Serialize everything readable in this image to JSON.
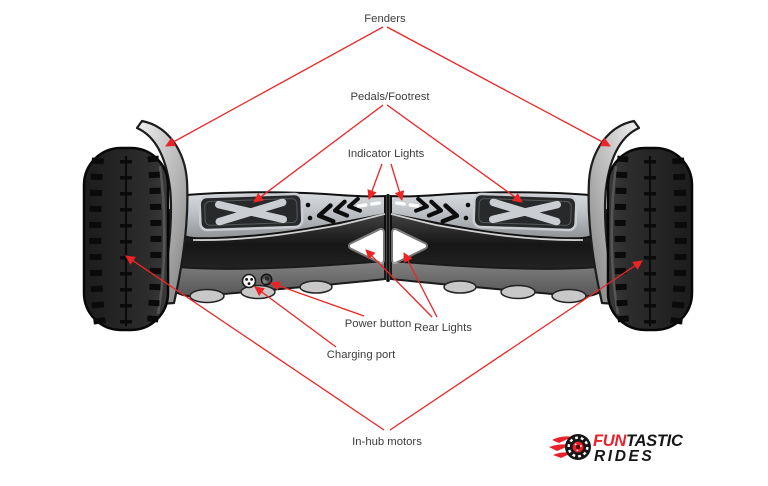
{
  "diagram": {
    "type": "annotated-product-diagram",
    "subject": "Off-road hoverboard labeled parts diagram",
    "annotation_color": "#ee2424",
    "label_text_color": "#3d3d3d",
    "labels": {
      "fenders": "Fenders",
      "pedals_footrest": "Pedals/Footrest",
      "indicator_lights": "Indicator Lights",
      "power_button": "Power button",
      "rear_lights": "Rear Lights",
      "charging_port": "Charging port",
      "inhub_motors": "In-hub motors"
    },
    "board_colors": {
      "wheel": "#242424",
      "deck": "#c9cdd1",
      "body": "#1d1d1d",
      "skirt": "#6e6e6e",
      "lights": "#ffffff"
    }
  },
  "logo": {
    "name_accent": "FUN",
    "name_rest": "TASTIC",
    "line2": "RIDES",
    "accent_color": "#e8212a",
    "dark_color": "#161616",
    "icon": "flaming-wheel-icon"
  }
}
